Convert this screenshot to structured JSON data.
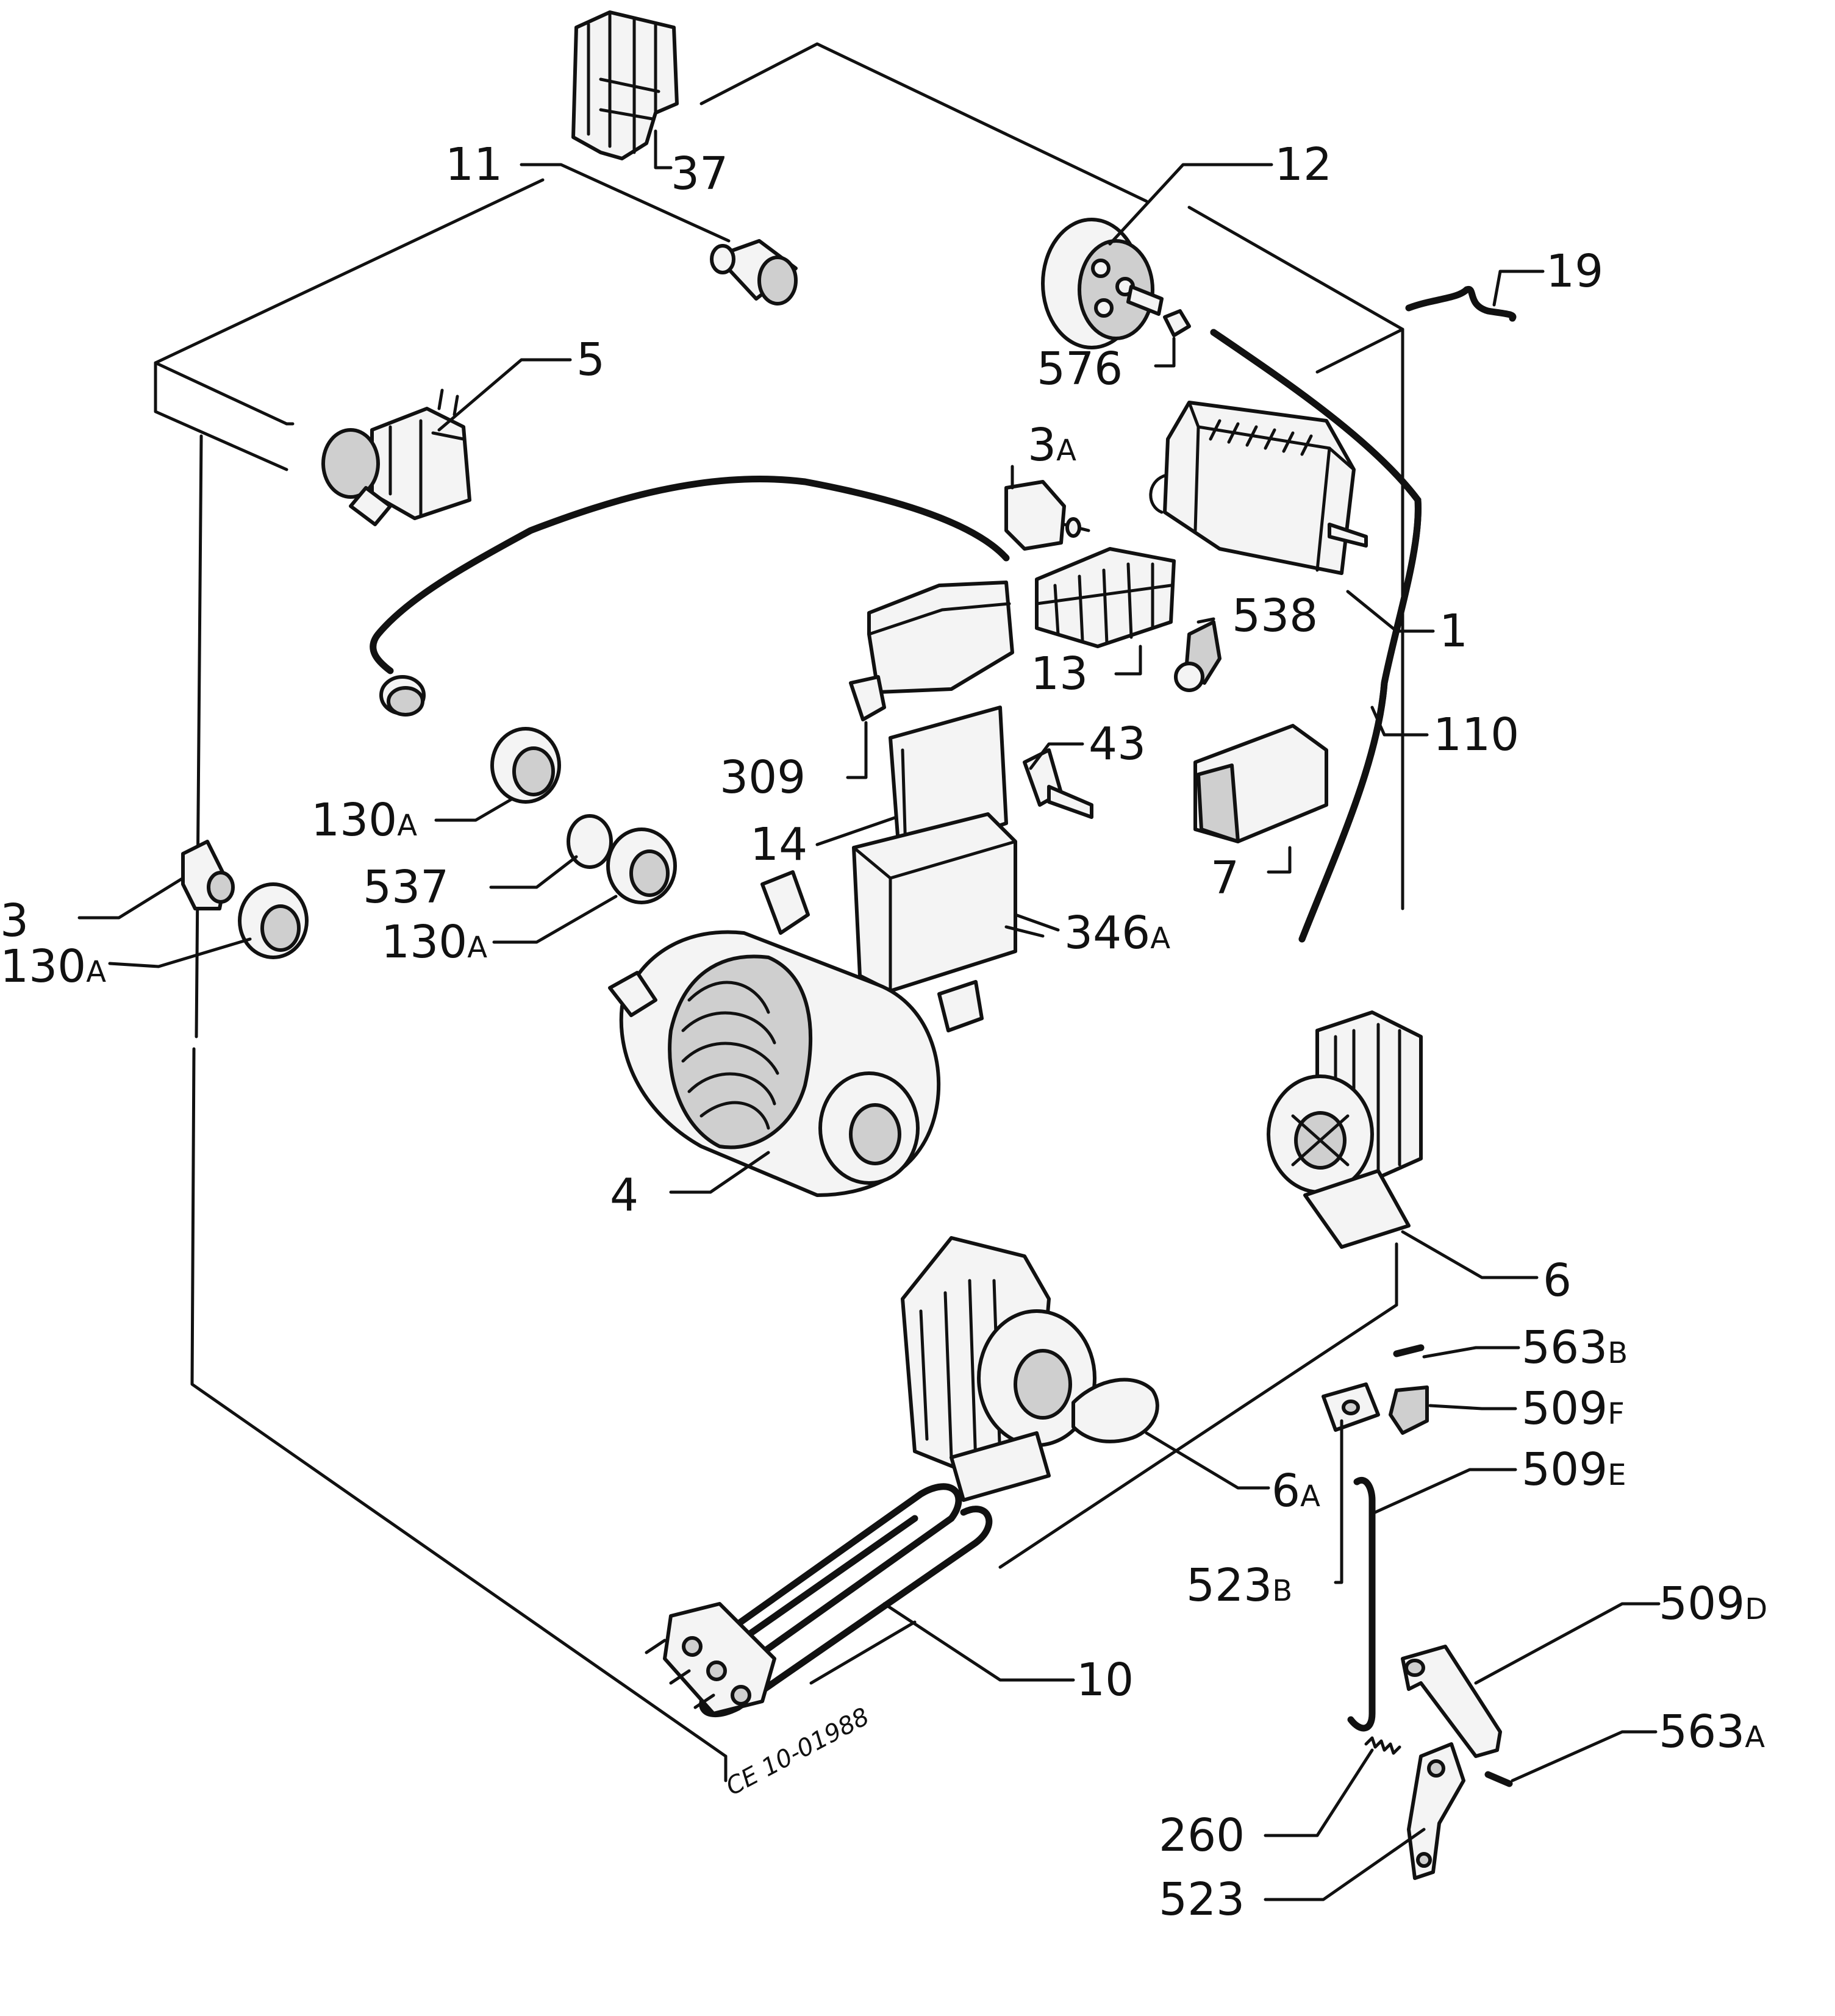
{
  "diagram": {
    "code": "CE 10-01988",
    "labels": [
      {
        "id": "37",
        "num": "37",
        "suffix": ""
      },
      {
        "id": "11",
        "num": "11",
        "suffix": ""
      },
      {
        "id": "12",
        "num": "12",
        "suffix": ""
      },
      {
        "id": "19",
        "num": "19",
        "suffix": ""
      },
      {
        "id": "576",
        "num": "576",
        "suffix": ""
      },
      {
        "id": "5",
        "num": "5",
        "suffix": ""
      },
      {
        "id": "3a",
        "num": "3",
        "suffix": "A"
      },
      {
        "id": "1",
        "num": "1",
        "suffix": ""
      },
      {
        "id": "538",
        "num": "538",
        "suffix": ""
      },
      {
        "id": "13",
        "num": "13",
        "suffix": ""
      },
      {
        "id": "110",
        "num": "110",
        "suffix": ""
      },
      {
        "id": "43",
        "num": "43",
        "suffix": ""
      },
      {
        "id": "309",
        "num": "309",
        "suffix": ""
      },
      {
        "id": "130a-top",
        "num": "130",
        "suffix": "A"
      },
      {
        "id": "14",
        "num": "14",
        "suffix": ""
      },
      {
        "id": "537",
        "num": "537",
        "suffix": ""
      },
      {
        "id": "7",
        "num": "7",
        "suffix": ""
      },
      {
        "id": "3",
        "num": "3",
        "suffix": ""
      },
      {
        "id": "130a-mid",
        "num": "130",
        "suffix": "A"
      },
      {
        "id": "346a",
        "num": "346",
        "suffix": "A"
      },
      {
        "id": "130a-left",
        "num": "130",
        "suffix": "A"
      },
      {
        "id": "4",
        "num": "4",
        "suffix": ""
      },
      {
        "id": "6",
        "num": "6",
        "suffix": ""
      },
      {
        "id": "563b",
        "num": "563",
        "suffix": "B"
      },
      {
        "id": "509f",
        "num": "509",
        "suffix": "F"
      },
      {
        "id": "509e",
        "num": "509",
        "suffix": "E"
      },
      {
        "id": "6a",
        "num": "6",
        "suffix": "A"
      },
      {
        "id": "523b",
        "num": "523",
        "suffix": "B"
      },
      {
        "id": "509d",
        "num": "509",
        "suffix": "D"
      },
      {
        "id": "10",
        "num": "10",
        "suffix": ""
      },
      {
        "id": "563a",
        "num": "563",
        "suffix": "A"
      },
      {
        "id": "260",
        "num": "260",
        "suffix": ""
      },
      {
        "id": "523",
        "num": "523",
        "suffix": ""
      }
    ]
  }
}
